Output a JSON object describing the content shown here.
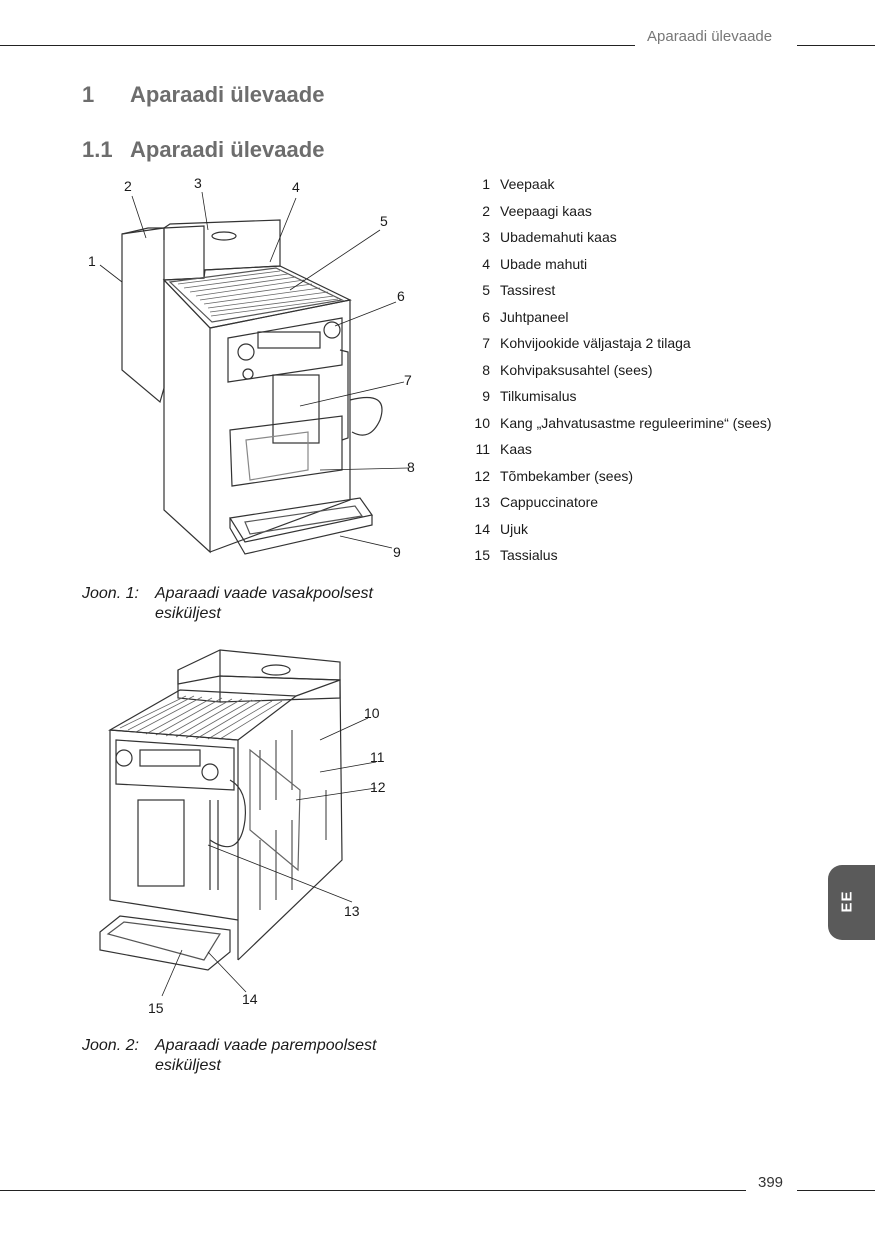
{
  "header": {
    "running_title": "Aparaadi ülevaade"
  },
  "headings": [
    {
      "number": "1",
      "title": "Aparaadi ülevaade"
    },
    {
      "number": "1.1",
      "title": "Aparaadi ülevaade"
    }
  ],
  "legend": [
    {
      "n": "1",
      "text": "Veepaak"
    },
    {
      "n": "2",
      "text": "Veepaagi kaas"
    },
    {
      "n": "3",
      "text": "Ubademahuti kaas"
    },
    {
      "n": "4",
      "text": "Ubade mahuti"
    },
    {
      "n": "5",
      "text": "Tassirest"
    },
    {
      "n": "6",
      "text": "Juhtpaneel"
    },
    {
      "n": "7",
      "text": "Kohvijookide väljastaja 2 tilaga"
    },
    {
      "n": "8",
      "text": "Kohvipaksusahtel (sees)"
    },
    {
      "n": "9",
      "text": "Tilkumisalus"
    },
    {
      "n": "10",
      "text": "Kang „Jahvatusastme reguleerimine“ (sees)"
    },
    {
      "n": "11",
      "text": "Kaas"
    },
    {
      "n": "12",
      "text": "Tõmbekamber (sees)"
    },
    {
      "n": "13",
      "text": "Cappuccinatore"
    },
    {
      "n": "14",
      "text": "Ujuk"
    },
    {
      "n": "15",
      "text": "Tassialus"
    }
  ],
  "figures": [
    {
      "label": "Joon. 1:",
      "caption_line1": "Aparaadi vaade vasakpoolsest",
      "caption_line2": "esiküljest",
      "callouts": [
        "1",
        "2",
        "3",
        "4",
        "5",
        "6",
        "7",
        "8",
        "9"
      ]
    },
    {
      "label": "Joon. 2:",
      "caption_line1": "Aparaadi vaade parempoolsest",
      "caption_line2": "esiküljest",
      "callouts": [
        "10",
        "11",
        "12",
        "13",
        "14",
        "15"
      ]
    }
  ],
  "footer": {
    "page_number": "399"
  },
  "language_tab": "EE"
}
